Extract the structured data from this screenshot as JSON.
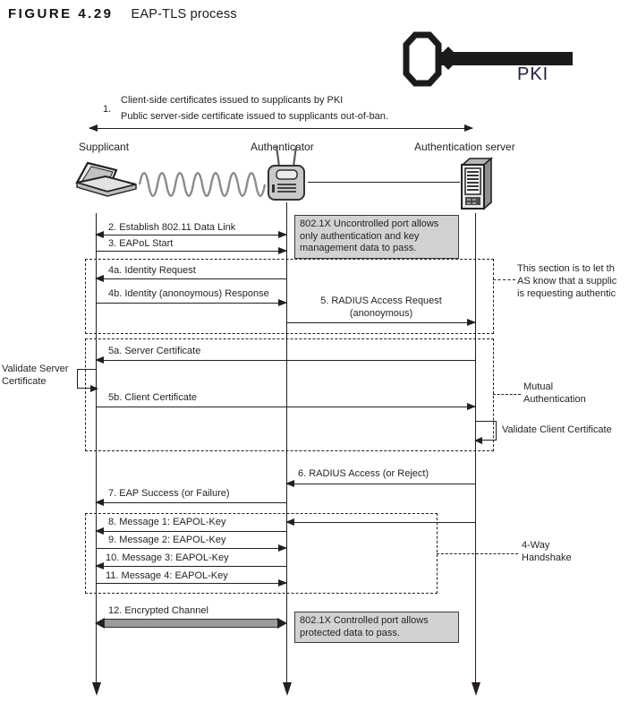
{
  "figure": {
    "label": "FIGURE 4.29",
    "title": "EAP-TLS process"
  },
  "pki_label": "PKI",
  "step1": {
    "number": "1.",
    "line1": "Client-side certificates issued to supplicants by PKI",
    "line2": "Public server-side certificate issued to supplicants out-of-ban."
  },
  "actors": {
    "supplicant": "Supplicant",
    "authenticator": "Authenticator",
    "auth_server": "Authentication server"
  },
  "messages": {
    "m2": "2. Establish 802.11 Data Link",
    "m3": "3. EAPoL Start",
    "m4a": "4a. Identity Request",
    "m4b": "4b. Identity (anonoymous) Response",
    "m5_line1": "5. RADIUS Access Request",
    "m5_line2": "(anonoymous)",
    "m5a": "5a. Server Certificate",
    "m5b": "5b. Client Certificate",
    "m6": "6. RADIUS Access (or Reject)",
    "m7": "7. EAP Success (or Failure)",
    "m8": "8. Message 1: EAPOL-Key",
    "m9": "9. Message 2: EAPOL-Key",
    "m10": "10. Message 3: EAPOL-Key",
    "m11": "11. Message 4: EAPOL-Key",
    "m12": "12. Encrypted Channel"
  },
  "notes": {
    "uncontrolled_port": "802.1X Uncontrolled port allows only authentication and key management data to pass.",
    "controlled_port": "802.1X Controlled port allows protected data to pass.",
    "section_note_line1": "This section is to let th",
    "section_note_line2": "AS know that a supplic",
    "section_note_line3": "is requesting authentic",
    "validate_server_line1": "Validate Server",
    "validate_server_line2": "Certificate",
    "validate_client": "Validate Client Certificate",
    "mutual_line1": "Mutual",
    "mutual_line2": "Authentication",
    "handshake_line1": "4-Way",
    "handshake_line2": "Handshake"
  },
  "icons": {
    "pki_key": "key-icon",
    "supplicant": "laptop-icon",
    "authenticator": "access-point-icon",
    "auth_server": "server-tower-icon",
    "wireless": "wireless-wave-icon"
  },
  "colors": {
    "ink": "#231f20",
    "note_fill": "#d2d2d2",
    "wave_gray": "#8c8c8c",
    "bar_gray": "#9c9c9c",
    "device_gray": "#c9c9c9"
  }
}
